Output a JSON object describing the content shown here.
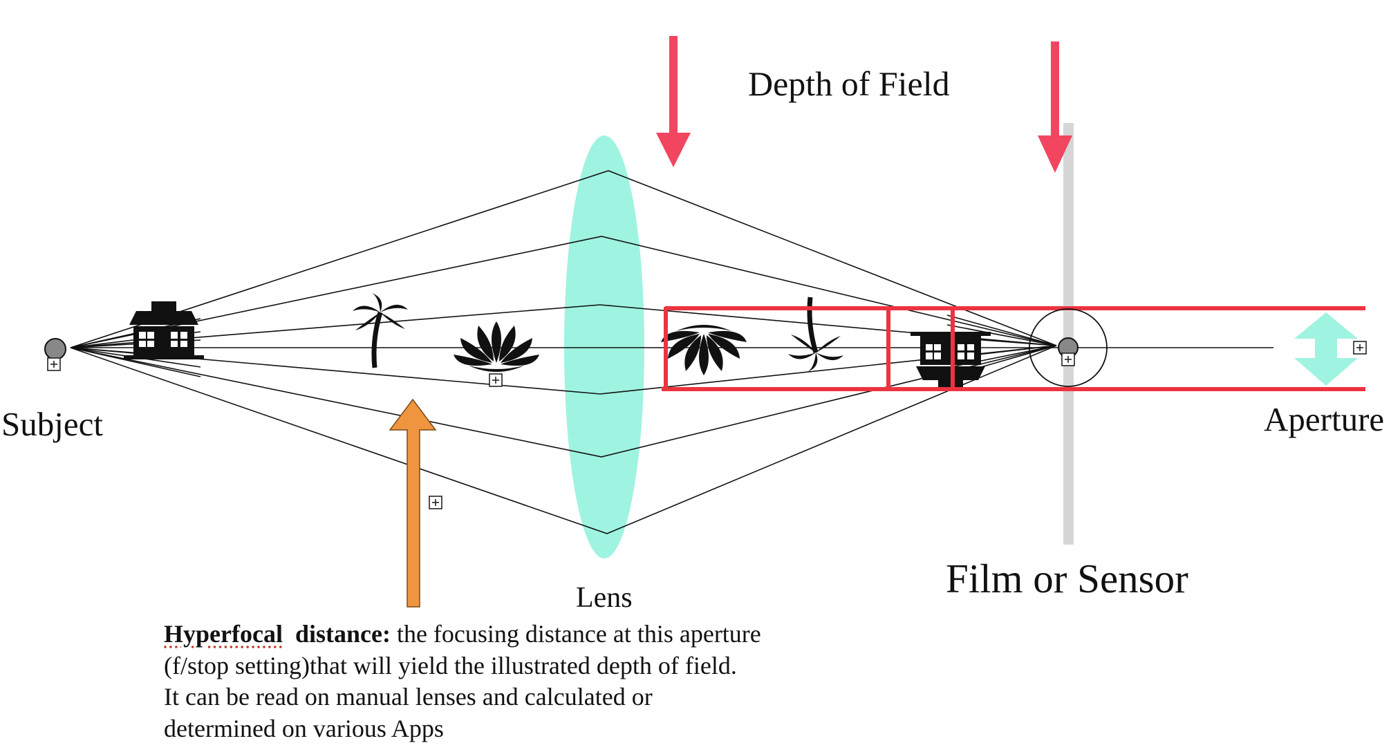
{
  "labels": {
    "depth_of_field": "Depth of Field",
    "subject": "Subject",
    "aperture": "Aperture",
    "lens": "Lens",
    "film_or_sensor": "Film or Sensor"
  },
  "caption": {
    "term_word": "Hyperfocal",
    "term_rest": "distance:",
    "line1_rest": "the focusing distance at this aperture",
    "line2": "(f/stop setting)that will yield the illustrated depth of field.",
    "line3": "It can be read on manual lenses and calculated or",
    "line4": "determined on various Apps"
  },
  "colors": {
    "lens": "#9ff3e1",
    "aperture_arrow": "#9ff3e1",
    "dof_arrows": "#f2455f",
    "hyperfocal_arrow": "#ef9540",
    "dof_box": "#ee3340",
    "sensor_bar": "#d6d6d6",
    "rays": "#111111",
    "point": "#888888"
  },
  "icons": [
    "house-icon",
    "palm-tree-icon",
    "lotus-icon",
    "plus-box-icon"
  ]
}
